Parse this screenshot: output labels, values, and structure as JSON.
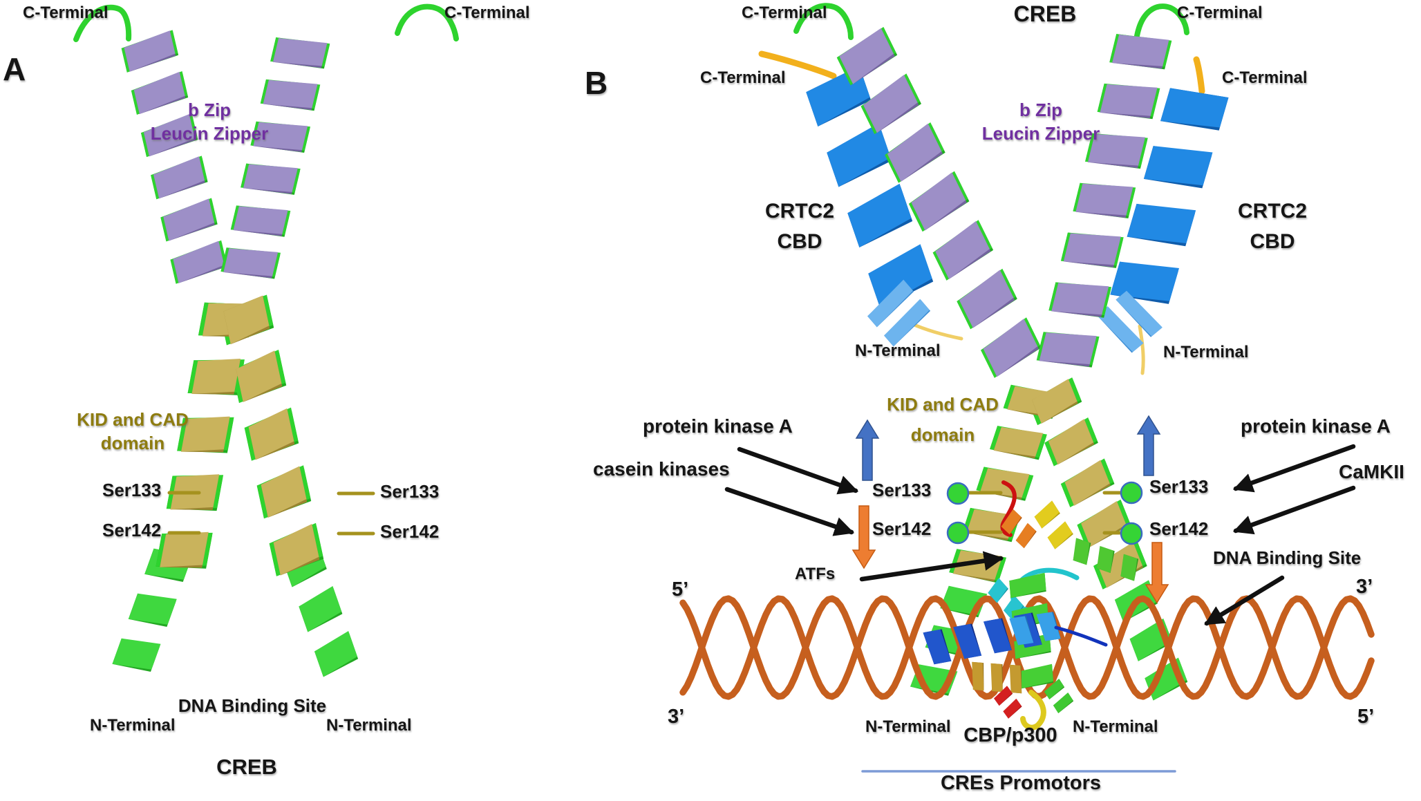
{
  "panel_a": {
    "panel_label": "A",
    "c_terminal_left": "C-Terminal",
    "c_terminal_right": "C-Terminal",
    "bzip_line1": "b Zip",
    "bzip_line2": "Leucin Zipper",
    "kid_cad_line1": "KID and CAD",
    "kid_cad_line2": "domain",
    "ser133_left": "Ser133",
    "ser133_right": "Ser133",
    "ser142_left": "Ser142",
    "ser142_right": "Ser142",
    "dna_binding_site": "DNA Binding Site",
    "n_terminal_left": "N-Terminal",
    "n_terminal_right": "N-Terminal",
    "creb_label": "CREB"
  },
  "panel_b": {
    "panel_label": "B",
    "creb_title": "CREB",
    "c_terminal_creb_left": "C-Terminal",
    "c_terminal_creb_right": "C-Terminal",
    "c_terminal_crtc2_left": "C-Terminal",
    "c_terminal_crtc2_right": "C-Terminal",
    "crtc2_left_line1": "CRTC2",
    "crtc2_left_line2": "CBD",
    "crtc2_right_line1": "CRTC2",
    "crtc2_right_line2": "CBD",
    "n_terminal_crtc2_left": "N-Terminal",
    "n_terminal_crtc2_right": "N-Terminal",
    "bzip_line1": "b Zip",
    "bzip_line2": "Leucin Zipper",
    "kid_cad_line1": "KID and CAD",
    "kid_cad_line2": "domain",
    "protein_kinase_a_left": "protein kinase A",
    "casein_kinases": "casein kinases",
    "protein_kinase_a_right": "protein kinase A",
    "camkii": "CaMKII",
    "ser133_left": "Ser133",
    "ser133_right": "Ser133",
    "ser142_left": "Ser142",
    "ser142_right": "Ser142",
    "atfs": "ATFs",
    "dna_binding_site": "DNA Binding Site",
    "five_prime_left": "5’",
    "three_prime_left": "3’",
    "three_prime_right": "3’",
    "five_prime_right": "5’",
    "n_terminal_left": "N-Terminal",
    "n_terminal_right": "N-Terminal",
    "cbp_p300": "CBP/p300",
    "cres_promotors": "CREs Promotors"
  },
  "colors": {
    "bzip_purple": "#9d8fc7",
    "bzip_purple_dark": "#74639f",
    "kid_gold": "#c9b35c",
    "kid_gold_dark": "#9a8430",
    "dbd_green": "#3fd83f",
    "dbd_green_dark": "#23a823",
    "chain_green_edge": "#2ed32e",
    "chain_green_edge_dark": "#1fae1f",
    "crtc2_blue": "#2189e4",
    "crtc2_blue_dark": "#0f5cab",
    "crtc2_blue_light": "#6db4ee",
    "crtc2_blue_light_dark": "#3f8ed4",
    "tail_yellow": "#f2b01c",
    "thread_yellow": "#f0ce66",
    "dna_orange": "#c65f1e",
    "arrow_blue": "#4472c4",
    "arrow_blue_edge": "#2f528f",
    "arrow_orange": "#ed7d31",
    "arrow_orange_edge": "#c55a11",
    "phospho_green": "#35d435",
    "phospho_ring": "#3a6bc0",
    "ser_tick_olive": "#a5921e",
    "label_olive": "#8e7c10",
    "label_purple": "#7030a0",
    "promoter_blue": "#7d9bd6",
    "ink": "#111111",
    "rainbow_red": "#cc1111",
    "rainbow_orange": "#e67e22",
    "rainbow_yellow": "#e2cc1e",
    "rainbow_green": "#46cf35",
    "rainbow_cyan": "#22c4cc",
    "rainbow_blue": "#2156cc"
  }
}
